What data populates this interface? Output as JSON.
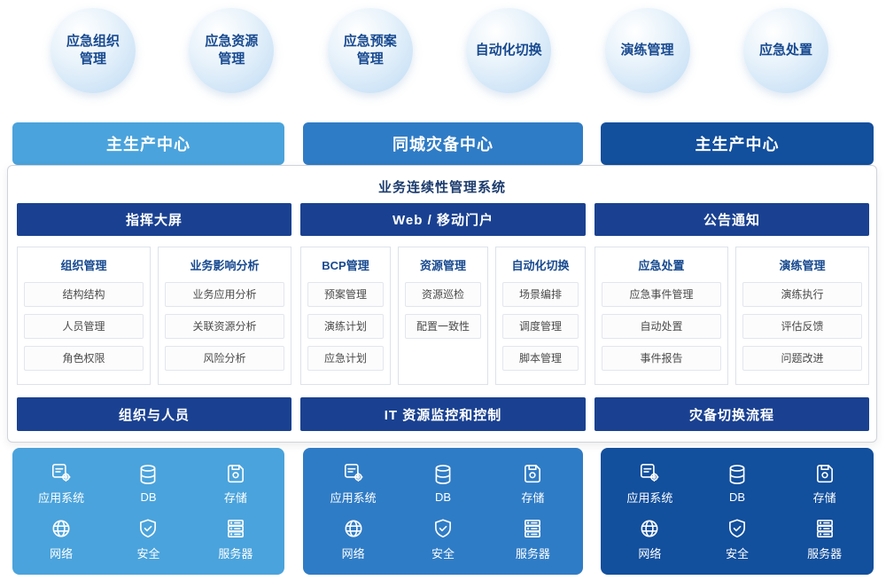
{
  "bubbles": [
    {
      "label": "应急组织\n管理"
    },
    {
      "label": "应急资源\n管理"
    },
    {
      "label": "应急预案\n管理"
    },
    {
      "label": "自动化切换"
    },
    {
      "label": "演练管理"
    },
    {
      "label": "应急处置"
    }
  ],
  "centers": [
    {
      "label": "主生产中心"
    },
    {
      "label": "同城灾备中心"
    },
    {
      "label": "主生产中心"
    }
  ],
  "panel": {
    "title": "业务连续性管理系统",
    "sections": [
      {
        "portal": "指挥大屏",
        "cards": [
          {
            "title": "组织管理",
            "items": [
              "结构结构",
              "人员管理",
              "角色权限"
            ]
          },
          {
            "title": "业务影响分析",
            "items": [
              "业务应用分析",
              "关联资源分析",
              "风险分析"
            ]
          }
        ],
        "bottom": "组织与人员"
      },
      {
        "portal": "Web / 移动门户",
        "cards": [
          {
            "title": "BCP管理",
            "items": [
              "预案管理",
              "演练计划",
              "应急计划"
            ]
          },
          {
            "title": "资源管理",
            "items": [
              "资源巡检",
              "配置一致性"
            ]
          },
          {
            "title": "自动化切换",
            "items": [
              "场景编排",
              "调度管理",
              "脚本管理"
            ]
          }
        ],
        "bottom": "IT 资源监控和控制"
      },
      {
        "portal": "公告通知",
        "cards": [
          {
            "title": "应急处置",
            "items": [
              "应急事件管理",
              "自动处置",
              "事件报告"
            ]
          },
          {
            "title": "演练管理",
            "items": [
              "演练执行",
              "评估反馈",
              "问题改进"
            ]
          }
        ],
        "bottom": "灾备切换流程"
      }
    ]
  },
  "infra": {
    "labels": [
      "应用系统",
      "DB",
      "存储",
      "网络",
      "安全",
      "服务器"
    ],
    "icons": [
      "app-system-icon",
      "database-icon",
      "storage-icon",
      "network-icon",
      "shield-icon",
      "server-icon"
    ]
  },
  "colors": {
    "light_blue": "#4aa3dc",
    "medium_blue": "#2f7cc6",
    "dark_blue": "#124f9d",
    "navy_bar": "#1a4191"
  }
}
